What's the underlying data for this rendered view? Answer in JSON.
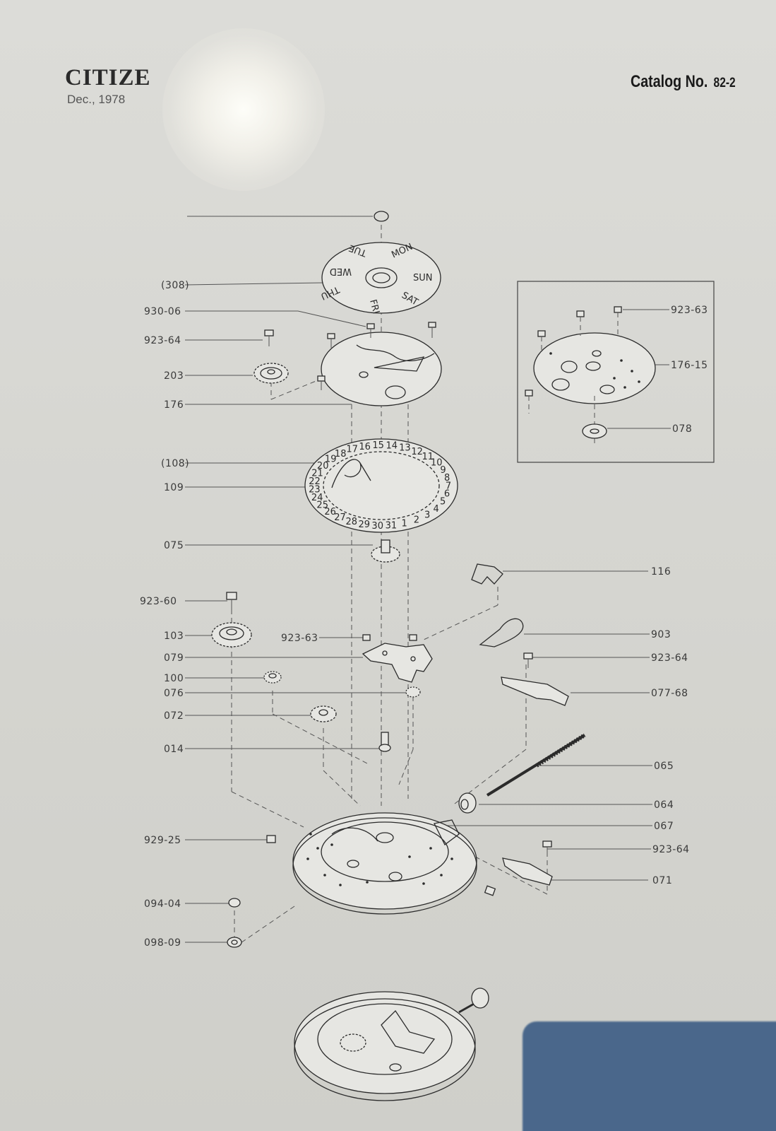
{
  "header": {
    "brand": "CITIZE",
    "date": "Dec., 1978",
    "catalog_label": "Catalog No.",
    "catalog_number": "82-2"
  },
  "labels": {
    "l308": "(308)",
    "l930_06": "930-06",
    "l923_64a": "923-64",
    "l203": "203",
    "l176": "176",
    "l108": "(108)",
    "l109": "109",
    "l075": "075",
    "l923_60": "923-60",
    "l103": "103",
    "l079": "079",
    "l100": "100",
    "l076": "076",
    "l072": "072",
    "l014": "014",
    "l929_25": "929-25",
    "l094_04": "094-04",
    "l098_09": "098-09",
    "l923_63a": "923-63",
    "l116": "116",
    "l903": "903",
    "l923_64b": "923-64",
    "l077_68": "077-68",
    "l065": "065",
    "l064": "064",
    "l067": "067",
    "l923_64c": "923-64",
    "l071": "071",
    "inset_923_63": "923-63",
    "inset_176_15": "176-15",
    "inset_078": "078"
  },
  "day_disc": {
    "days": [
      "MON",
      "SUN",
      "SAT",
      "FRI",
      "THU",
      "WED",
      "TUE"
    ]
  },
  "date_ring": {
    "numbers": [
      "1",
      "2",
      "3",
      "4",
      "5",
      "6",
      "7",
      "8",
      "9",
      "10",
      "11",
      "12",
      "13",
      "14",
      "15",
      "16",
      "17",
      "18",
      "19",
      "20",
      "21",
      "22",
      "23",
      "24",
      "25",
      "26",
      "27",
      "28",
      "29",
      "30",
      "31"
    ]
  },
  "colors": {
    "paper": "#d6d6d2",
    "ink": "#2b2b2b",
    "shadow_blue": "#3f5f86"
  }
}
